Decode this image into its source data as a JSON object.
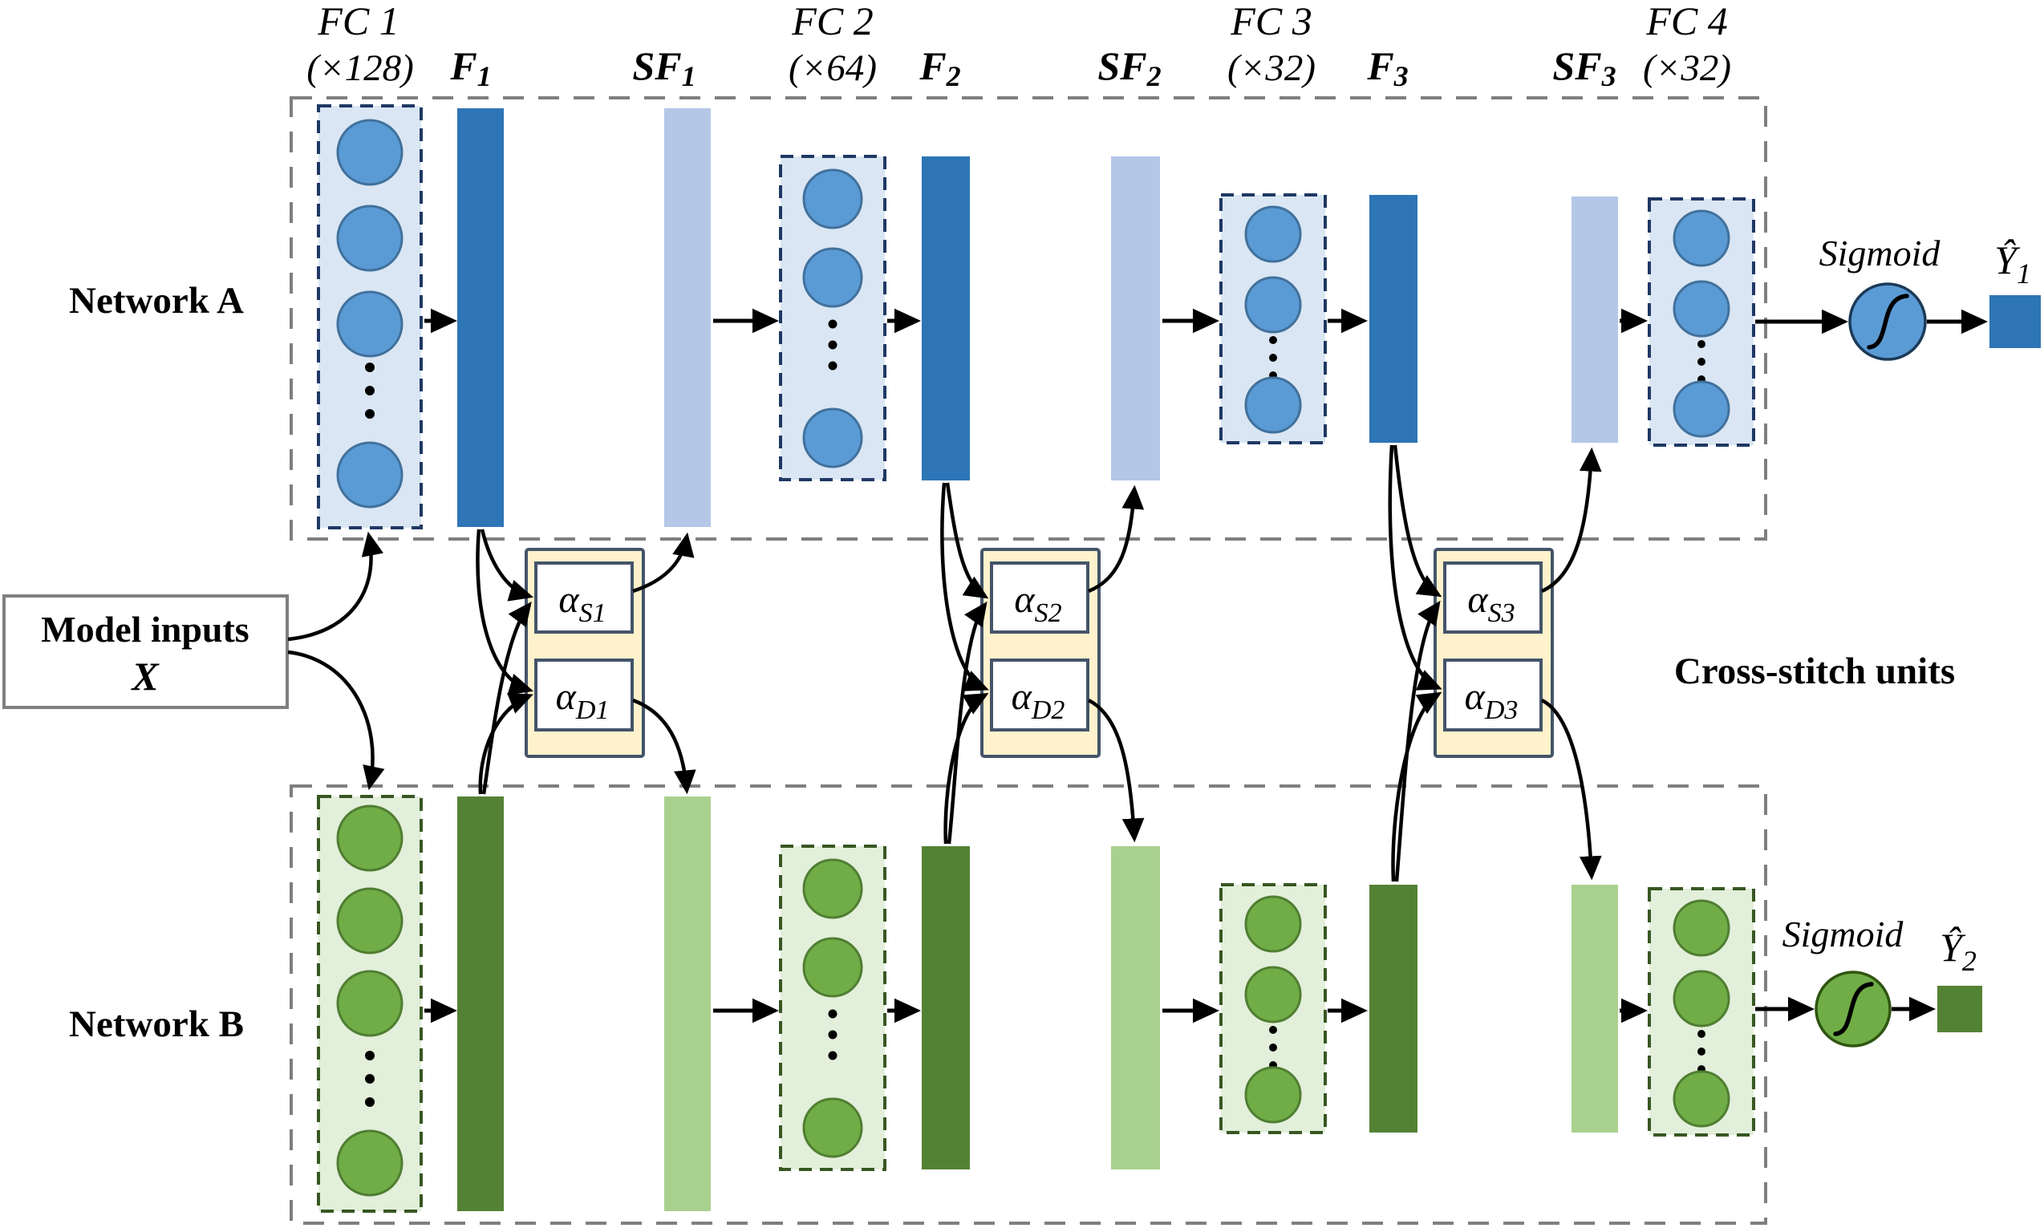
{
  "colors": {
    "bar_blue": "#2E75B6",
    "bar_blue_light": "#B4C7E7",
    "node_blue": "#5B9BD5",
    "node_blue_border": "#41719C",
    "layer_blue_fill": "#DAE6F3",
    "layer_blue_border": "#1F3864",
    "bar_green": "#548235",
    "bar_green_light": "#A9D18E",
    "node_green": "#70AD47",
    "node_green_border": "#507E32",
    "layer_green_fill": "#E2EFDA",
    "layer_green_border": "#385723",
    "unit_fill": "#FFF2CC",
    "unit_border": "#44546A",
    "box_gray": "#7F7F7F",
    "arrow": "#000000",
    "text": "#000000",
    "white": "#FFFFFF"
  },
  "model_inputs": {
    "line1": "Model inputs",
    "line2": "X"
  },
  "networks": {
    "a": {
      "label": "Network A",
      "sigmoid_label": "Sigmoid",
      "output_base": "Ŷ",
      "output_sub": "1"
    },
    "b": {
      "label": "Network B",
      "sigmoid_label": "Sigmoid",
      "output_base": "Ŷ",
      "output_sub": "2"
    }
  },
  "cross_stitch": {
    "caption": "Cross-stitch units",
    "units": [
      {
        "top_base": "α",
        "top_sub": "S1",
        "bottom_base": "α",
        "bottom_sub": "D1"
      },
      {
        "top_base": "α",
        "top_sub": "S2",
        "bottom_base": "α",
        "bottom_sub": "D2"
      },
      {
        "top_base": "α",
        "top_sub": "S3",
        "bottom_base": "α",
        "bottom_sub": "D3"
      }
    ]
  },
  "layers": [
    {
      "name": "FC 1",
      "size": "(×128)"
    },
    {
      "base": "F",
      "sub": "1"
    },
    {
      "base": "SF",
      "sub": "1"
    },
    {
      "name": "FC 2",
      "size": "(×64)"
    },
    {
      "base": "F",
      "sub": "2"
    },
    {
      "base": "SF",
      "sub": "2"
    },
    {
      "name": "FC 3",
      "size": "(×32)"
    },
    {
      "base": "F",
      "sub": "3"
    },
    {
      "base": "SF",
      "sub": "3"
    },
    {
      "name": "FC 4",
      "size": "(×32)"
    }
  ]
}
